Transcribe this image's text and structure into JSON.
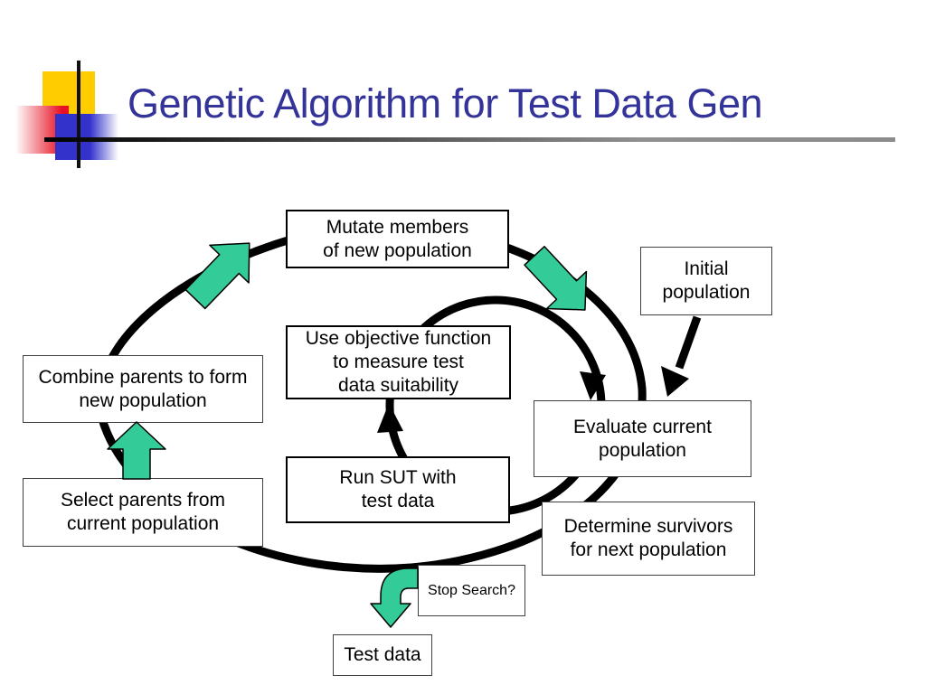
{
  "slide": {
    "title": "Genetic Algorithm for Test Data Gen"
  },
  "colors": {
    "title_blue": "#333399",
    "arrow_green": "#33CC99",
    "accent_yellow": "#FFCC00",
    "accent_red": "#E81123",
    "accent_blue": "#3333CC",
    "line_black": "#000000"
  },
  "diagram": {
    "boxes": {
      "mutate": {
        "label": "Mutate members\nof new population"
      },
      "initial": {
        "label": "Initial\npopulation"
      },
      "objective": {
        "label": "Use objective function\nto measure test\ndata suitability"
      },
      "combine": {
        "label": "Combine parents to form\nnew population"
      },
      "evaluate": {
        "label": "Evaluate current\npopulation"
      },
      "run_sut": {
        "label": "Run SUT with\ntest data"
      },
      "select": {
        "label": "Select parents from\ncurrent population"
      },
      "determine": {
        "label": "Determine survivors\nfor next population"
      },
      "stop": {
        "label": "Stop Search?"
      },
      "test_data": {
        "label": "Test data"
      }
    },
    "arrows": [
      "outer-cycle-ellipse",
      "inner-cycle-circle",
      "initial-to-evaluate-arrow",
      "inner-circle-to-evaluate-arrowhead",
      "run-sut-to-objective-arrowhead",
      "green-arrow-ne",
      "green-arrow-se",
      "green-arrow-up-select-to-combine",
      "green-elbow-arrow-stop-to-test-data"
    ]
  }
}
